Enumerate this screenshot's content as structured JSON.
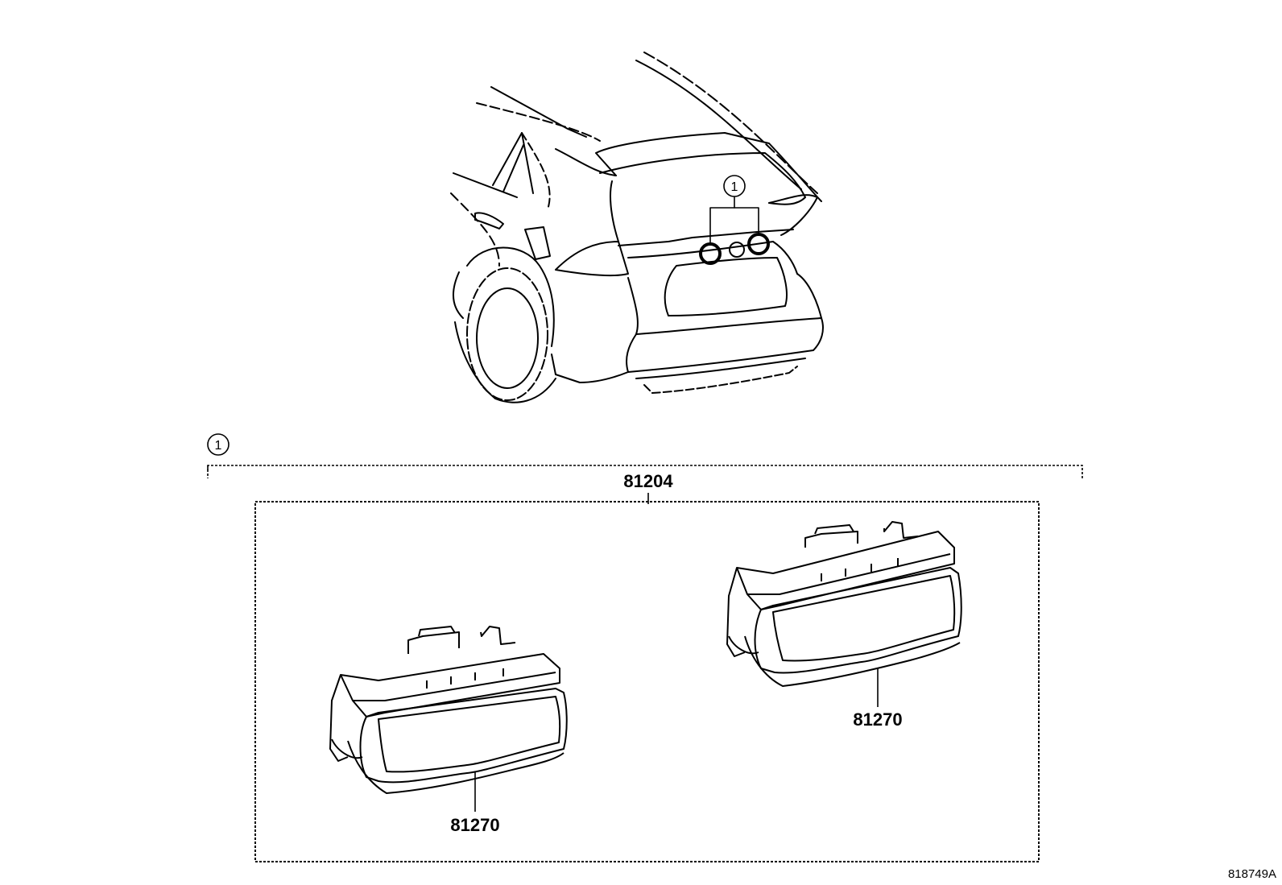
{
  "callout": {
    "number": "1"
  },
  "assembly": {
    "part_number": "81204"
  },
  "lamps": [
    {
      "part_number": "81270"
    },
    {
      "part_number": "81270"
    }
  ],
  "illustration_id": "818749A",
  "colors": {
    "line": "#000000",
    "background": "#ffffff"
  }
}
